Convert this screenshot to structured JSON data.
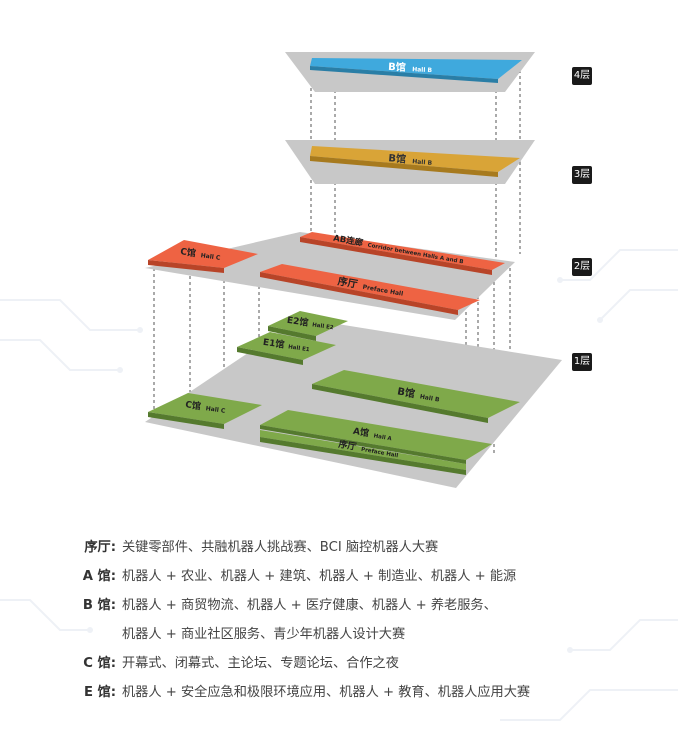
{
  "floors": [
    {
      "label": "4层"
    },
    {
      "label": "3层"
    },
    {
      "label": "2层"
    },
    {
      "label": "1层"
    }
  ],
  "halls": {
    "b4": {
      "cn": "B馆",
      "en": "Hall B"
    },
    "b3": {
      "cn": "B馆",
      "en": "Hall B"
    },
    "ab": {
      "cn": "AB连廊",
      "en": "Corridor between Halls A and B"
    },
    "c2": {
      "cn": "C馆",
      "en": "Hall C"
    },
    "pre2": {
      "cn": "序厅",
      "en": "Preface Hall"
    },
    "e2": {
      "cn": "E2馆",
      "en": "Hall E2"
    },
    "e1": {
      "cn": "E1馆",
      "en": "Hall E1"
    },
    "b1": {
      "cn": "B馆",
      "en": "Hall B"
    },
    "c1": {
      "cn": "C馆",
      "en": "Hall C"
    },
    "a1": {
      "cn": "A馆",
      "en": "Hall A"
    },
    "pre1": {
      "cn": "序厅",
      "en": "Preface Hall"
    }
  },
  "colors": {
    "blue": "#3fa9dd",
    "gold": "#d9a437",
    "orange": "#ee6343",
    "green": "#7fa94a",
    "slab": "#c8c8c8"
  },
  "legend": [
    {
      "key": "序厅:",
      "value": "关键零部件、共融机器人挑战赛、BCI 脑控机器人大赛"
    },
    {
      "key": "A 馆:",
      "value": "机器人 + 农业、机器人 + 建筑、机器人 + 制造业、机器人 + 能源"
    },
    {
      "key": "B 馆:",
      "value": "机器人 + 商贸物流、机器人 + 医疗健康、机器人 + 养老服务、"
    },
    {
      "key": "",
      "value": "机器人 + 商业社区服务、青少年机器人设计大赛"
    },
    {
      "key": "C 馆:",
      "value": "开幕式、闭幕式、主论坛、专题论坛、合作之夜"
    },
    {
      "key": "E 馆:",
      "value": "机器人 + 安全应急和极限环境应用、机器人 + 教育、机器人应用大赛"
    }
  ]
}
